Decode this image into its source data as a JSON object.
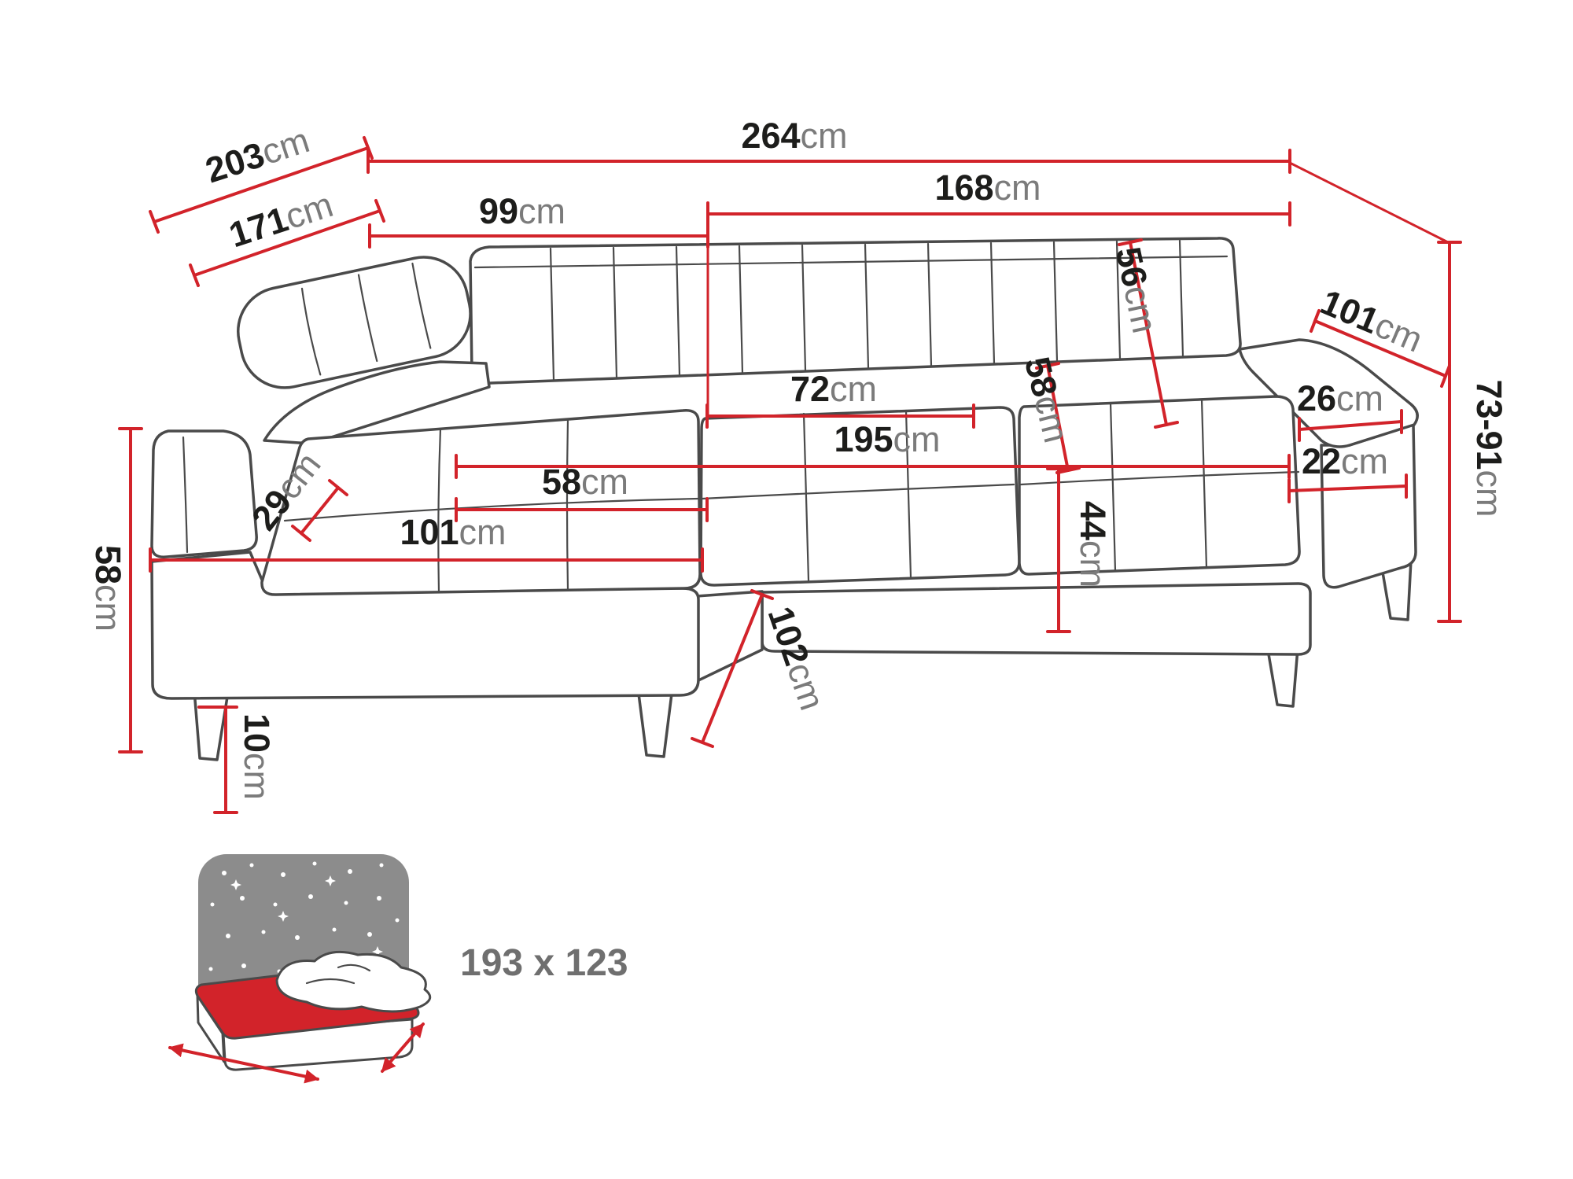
{
  "title": "Corner sofa dimension diagram",
  "colors": {
    "dimension_red": "#d2232a",
    "outline_gray": "#4a4a4a",
    "number_black": "#1d1d1b",
    "unit_gray": "#7b7b7b",
    "star_panel_gray": "#8c8c8c"
  },
  "dimensions": {
    "depth_total": {
      "value": "203",
      "unit": "cm"
    },
    "depth_inner": {
      "value": "171",
      "unit": "cm"
    },
    "width_total": {
      "value": "264",
      "unit": "cm"
    },
    "seat_section_width": {
      "value": "168",
      "unit": "cm"
    },
    "corner_back_width": {
      "value": "99",
      "unit": "cm"
    },
    "backrest_height": {
      "value": "56",
      "unit": "cm"
    },
    "armrest_length": {
      "value": "101",
      "unit": "cm"
    },
    "armrest_top_width": {
      "value": "26",
      "unit": "cm"
    },
    "height_range": {
      "value": "73-91",
      "unit": "cm"
    },
    "seat_cushion_width": {
      "value": "72",
      "unit": "cm"
    },
    "seat_depth": {
      "value": "58",
      "unit": "cm"
    },
    "seat_length": {
      "value": "195",
      "unit": "cm"
    },
    "armrest_width": {
      "value": "22",
      "unit": "cm"
    },
    "chaise_seat_width": {
      "value": "58",
      "unit": "cm"
    },
    "chaise_arm_detail": {
      "value": "29",
      "unit": "cm"
    },
    "chaise_length": {
      "value": "101",
      "unit": "cm"
    },
    "seat_height": {
      "value": "44",
      "unit": "cm"
    },
    "side_height": {
      "value": "58",
      "unit": "cm"
    },
    "leg_height": {
      "value": "10",
      "unit": "cm"
    },
    "chaise_front_depth": {
      "value": "102",
      "unit": "cm"
    }
  },
  "sleeping_area": {
    "size_label": "193 x 123",
    "icon": "sleeping-bed-icon"
  }
}
